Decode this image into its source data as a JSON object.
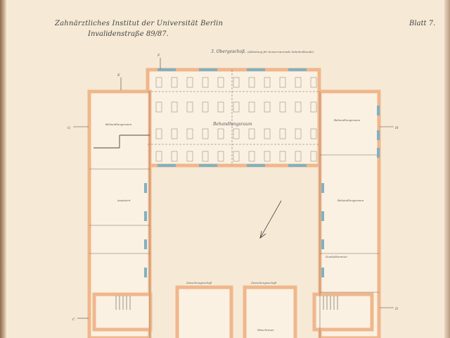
{
  "header": {
    "title": "Zahnärztliches Institut der Universität Berlin",
    "subtitle": "Invalidenstraße 89/87.",
    "sheet": "Blatt 7."
  },
  "plan": {
    "floor_title": "3. Obergeschoß.",
    "floor_note": "(Abteilung für konservierende Zahnheilkunde)",
    "rooms": {
      "main_treatment": "Behandlungsraum",
      "left_treatment": "Behandlungsraum",
      "right_treatment": "Behandlungsraum",
      "right_lower_treatment": "Behandlungsraum",
      "assistant": "Assistent",
      "mezzanine_left": "Zwischengeschoß",
      "mezzanine_right": "Zwischengeschoß",
      "washroom": "Waschraum",
      "darkroom": "Dunkelkammer"
    },
    "section_marks": {
      "top": "F",
      "top_left": "E",
      "left": "G",
      "right": "H",
      "bottom_left": "C",
      "bottom_right": "D"
    },
    "colors": {
      "paper": "#f6ead6",
      "walls": "#f0b78c",
      "windows": "#7fb1c3",
      "lines": "#6b5a4a"
    }
  }
}
